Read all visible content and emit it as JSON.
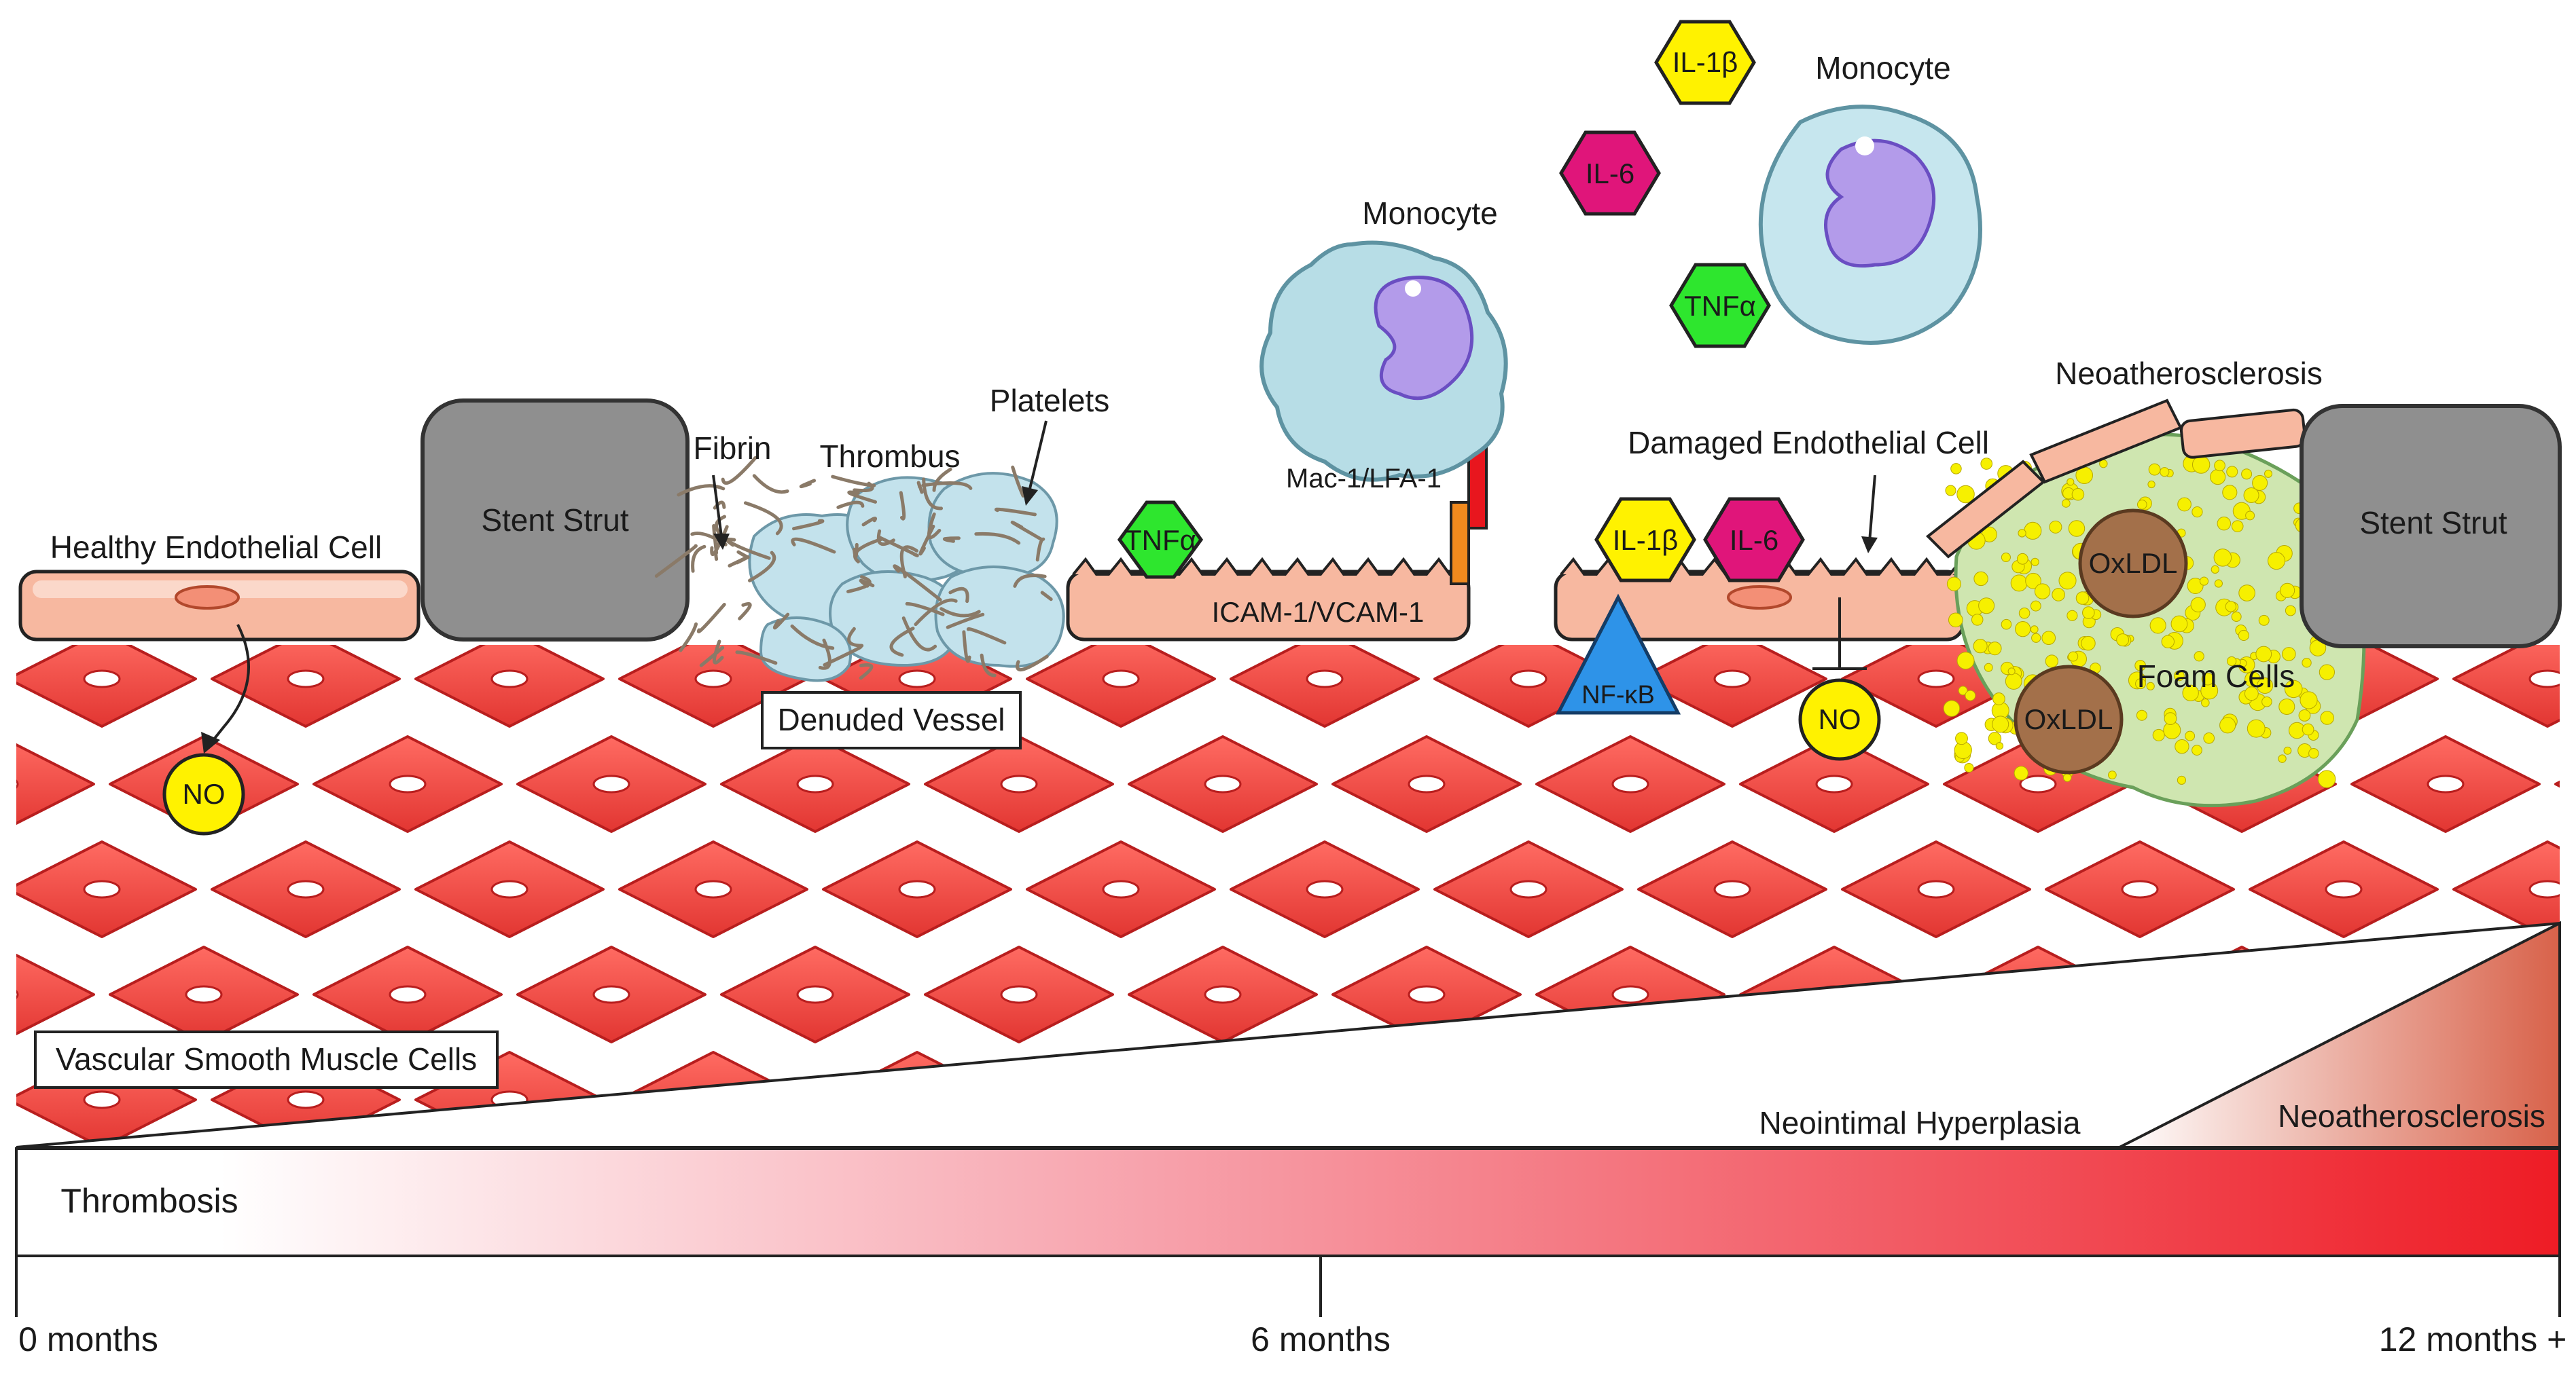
{
  "colors": {
    "smc_fill": "#e8403d",
    "smc_edge": "#b81e1e",
    "endothelial": "#f7b8a0",
    "strut": "#8f8f8f",
    "monocyte": "#b7dde6",
    "nucleus": "#b39bea",
    "platelet": "#bfe0ea",
    "fibrin": "#8a7a68",
    "foam": "#cfe6b0",
    "foam_dot": "#f6f000",
    "oxldl": "#a3704a",
    "il1b": "#fff200",
    "il6": "#e0157a",
    "tnf": "#2ee62e",
    "nfkb": "#2e93e8",
    "no": "#fff200",
    "thrombosis_start": "#ffffff",
    "thrombosis_end": "#ee1c25"
  },
  "labels": {
    "healthy_endothelial": "Healthy Endothelial Cell",
    "stent_strut_left": "Stent Strut",
    "stent_strut_right": "Stent Strut",
    "fibrin": "Fibrin",
    "thrombus": "Thrombus",
    "platelets": "Platelets",
    "denuded_vessel": "Denuded Vessel",
    "monocyte_adhering": "Monocyte",
    "monocyte_circulating": "Monocyte",
    "mac1_lfa1": "Mac-1/LFA-1",
    "icam_vcam": "ICAM-1/VCAM-1",
    "damaged_endothelial": "Damaged Endothelial Cell",
    "neoatherosclerosis_top": "Neoatherosclerosis",
    "foam_cells": "Foam Cells",
    "vsmc": "Vascular Smooth Muscle Cells",
    "neointimal_hyperplasia": "Neointimal Hyperplasia",
    "neoatherosclerosis_bar": "Neoatherosclerosis",
    "thrombosis": "Thrombosis"
  },
  "molecules": {
    "no_left": "NO",
    "no_right": "NO",
    "tnf_surface": "TNFα",
    "il1b_surface": "IL-1β",
    "il6_surface": "IL-6",
    "nfkb": "NF-κB",
    "il1b_top": "IL-1β",
    "il6_top": "IL-6",
    "tnf_top": "TNFα",
    "oxldl_top": "OxLDL",
    "oxldl_bottom": "OxLDL"
  },
  "timeline": {
    "start": "0 months",
    "middle": "6 months",
    "end": "12 months +"
  }
}
